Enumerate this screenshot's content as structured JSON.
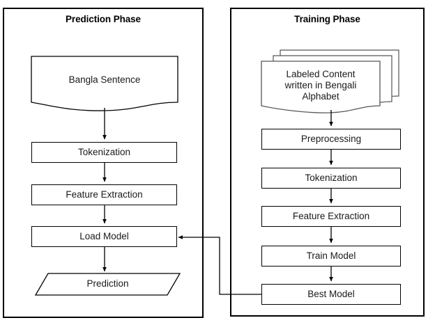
{
  "figure": {
    "type": "flowchart",
    "orientation": "two-column",
    "background_color": "#ffffff",
    "line_color": "#000000",
    "text_color": "#1a1a1a"
  },
  "panels": {
    "prediction": {
      "title": "Prediction Phase",
      "nodes": [
        {
          "id": "bangla-sentence",
          "label": "Bangla Sentence",
          "shape": "document"
        },
        {
          "id": "tokenization",
          "label": "Tokenization",
          "shape": "process"
        },
        {
          "id": "feature-extraction",
          "label": "Feature Extraction",
          "shape": "process"
        },
        {
          "id": "load-model",
          "label": "Load Model",
          "shape": "process"
        },
        {
          "id": "prediction",
          "label": "Prediction",
          "shape": "parallelogram"
        }
      ],
      "edges": [
        {
          "from": "bangla-sentence",
          "to": "tokenization"
        },
        {
          "from": "tokenization",
          "to": "feature-extraction"
        },
        {
          "from": "feature-extraction",
          "to": "load-model"
        },
        {
          "from": "load-model",
          "to": "prediction"
        }
      ]
    },
    "training": {
      "title": "Training Phase",
      "nodes": [
        {
          "id": "labeled-content",
          "label": "Labeled Content written in Bengali Alphabet",
          "label_lines": [
            "Labeled Content",
            "written in Bengali",
            "Alphabet"
          ],
          "shape": "multi-document"
        },
        {
          "id": "preprocessing",
          "label": "Preprocessing",
          "shape": "process"
        },
        {
          "id": "tokenization",
          "label": "Tokenization",
          "shape": "process"
        },
        {
          "id": "feature-extraction",
          "label": "Feature Extraction",
          "shape": "process"
        },
        {
          "id": "train-model",
          "label": "Train Model",
          "shape": "process"
        },
        {
          "id": "best-model",
          "label": "Best Model",
          "shape": "process"
        }
      ],
      "edges": [
        {
          "from": "labeled-content",
          "to": "preprocessing"
        },
        {
          "from": "preprocessing",
          "to": "tokenization"
        },
        {
          "from": "tokenization",
          "to": "feature-extraction"
        },
        {
          "from": "feature-extraction",
          "to": "train-model"
        },
        {
          "from": "train-model",
          "to": "best-model"
        }
      ]
    }
  },
  "cross_edges": [
    {
      "from": "training.best-model",
      "to": "prediction.load-model",
      "style": "orthogonal",
      "arrowhead": "to"
    }
  ]
}
